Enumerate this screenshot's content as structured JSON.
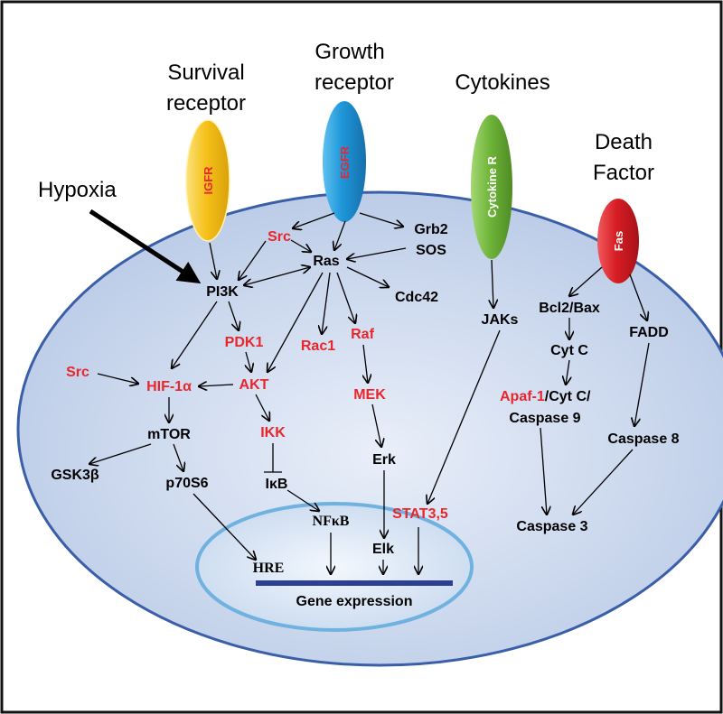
{
  "headers": {
    "survival_1": "Survival",
    "survival_2": "receptor",
    "growth_1": "Growth",
    "growth_2": "receptor",
    "cytokines": "Cytokines",
    "death_1": "Death",
    "death_2": "Factor",
    "hypoxia": "Hypoxia"
  },
  "receptors": {
    "igfr": "IGFR",
    "egfr": "EGFR",
    "cytokine_r": "Cytokine R",
    "fas": "Fas"
  },
  "nodes": {
    "src_top": "Src",
    "grb2": "Grb2",
    "sos": "SOS",
    "ras": "Ras",
    "pi3k": "PI3K",
    "cdc42": "Cdc42",
    "pdk1": "PDK1",
    "rac1": "Rac1",
    "raf": "Raf",
    "src_left": "Src",
    "hif": "HIF-1α",
    "akt": "AKT",
    "mek": "MEK",
    "ikk": "IKK",
    "mtor": "mTOR",
    "gsk3b": "GSK3β",
    "p70s6": "p70S6",
    "ikb": "IκB",
    "nfkb": "NFκB",
    "erk": "Erk",
    "stat": "STAT3,5",
    "elk": "Elk",
    "hre": "HRE",
    "gene_expression": "Gene expression",
    "jaks": "JAKs",
    "bcl2bax": "Bcl2/Bax",
    "fadd": "FADD",
    "cytc": "Cyt C",
    "apaf1": "Apaf-1",
    "cytc_slash": "/Cyt C/",
    "caspase9": "Caspase 9",
    "caspase8": "Caspase 8",
    "caspase3": "Caspase 3"
  },
  "colors": {
    "highlight": "#e8262b",
    "igfr_fill": "#f6c11a",
    "egfr_fill": "#1e96d8",
    "cytokine_fill": "#6fb53a",
    "fas_fill": "#d71d24",
    "cell_fill": "#c9d6ee",
    "nucleus_fill": "#dce8f6",
    "gene_bar": "#2c3f92"
  }
}
